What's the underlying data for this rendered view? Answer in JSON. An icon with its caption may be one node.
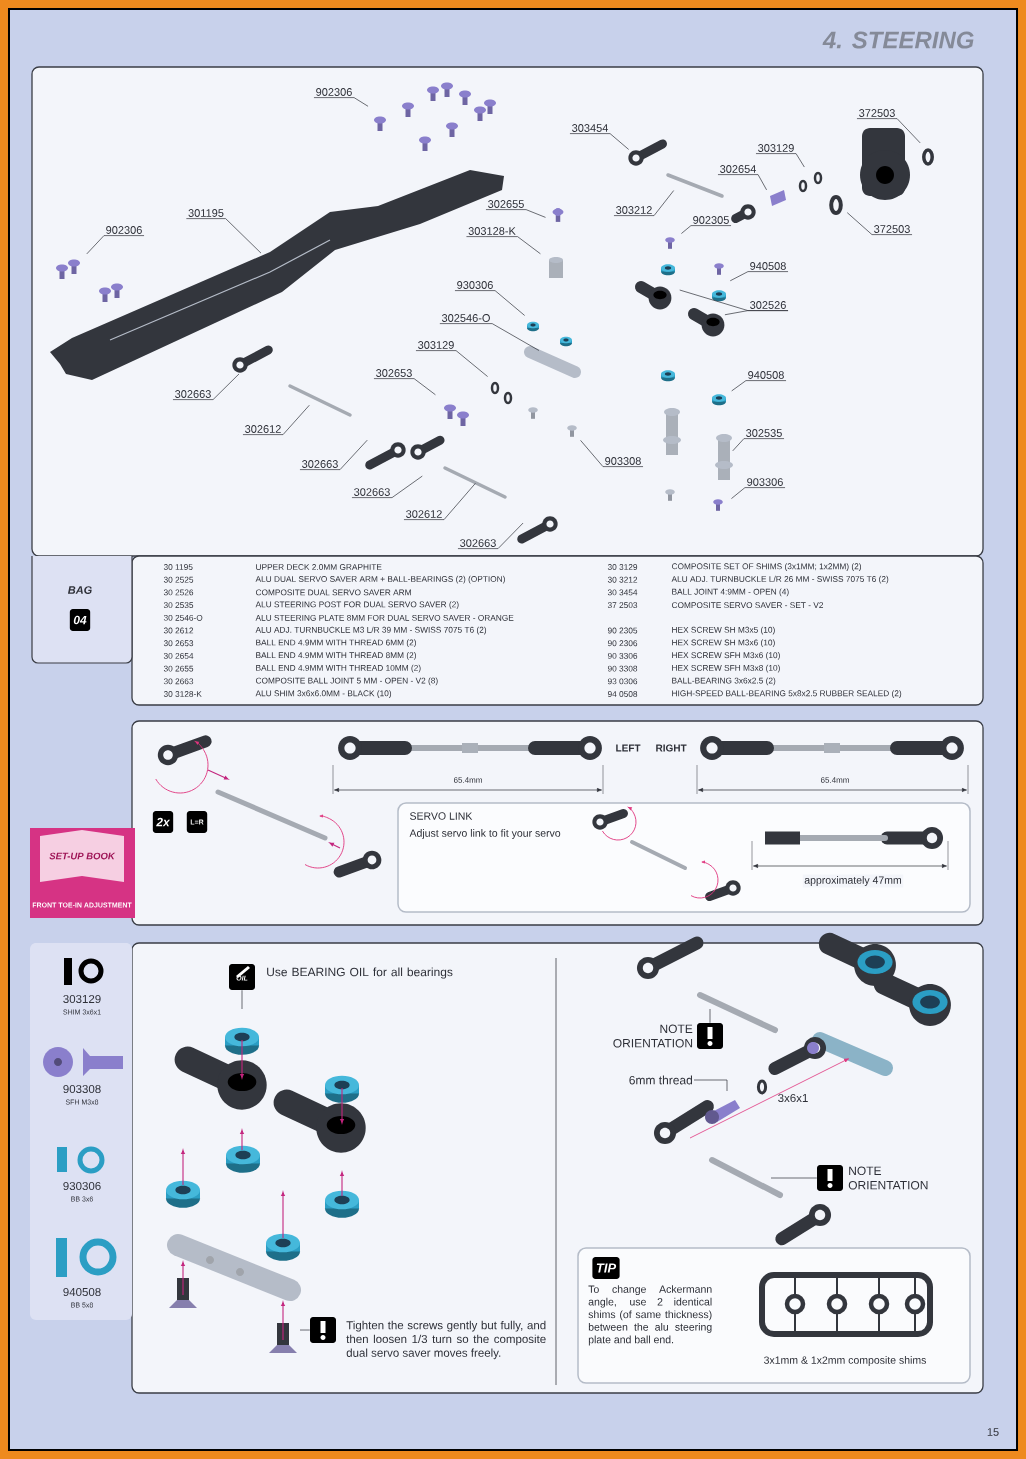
{
  "diagram": {
    "title": "4. STEERING",
    "nodes": [
      {
        "text": [
          "902306"
        ]
      },
      {
        "text": [
          "902306"
        ]
      },
      {
        "text": [
          "301195"
        ]
      },
      {
        "text": [
          "302655"
        ]
      },
      {
        "text": [
          "303128-K"
        ]
      },
      {
        "text": [
          "303454"
        ]
      },
      {
        "text": [
          "303212"
        ]
      },
      {
        "text": [
          "303129"
        ]
      },
      {
        "text": [
          "302654"
        ]
      },
      {
        "text": [
          "372503"
        ]
      },
      {
        "text": [
          "372503"
        ]
      },
      {
        "text": [
          "902305"
        ]
      },
      {
        "text": [
          "940508"
        ]
      },
      {
        "text": [
          "302526"
        ]
      },
      {
        "text": [
          "930306"
        ]
      },
      {
        "text": [
          "302546-O"
        ]
      },
      {
        "text": [
          "303129"
        ]
      },
      {
        "text": [
          "302653"
        ]
      },
      {
        "text": [
          "302663"
        ]
      },
      {
        "text": [
          "302612"
        ]
      },
      {
        "text": [
          "940508"
        ]
      },
      {
        "text": [
          "903308"
        ]
      },
      {
        "text": [
          "302535"
        ]
      },
      {
        "text": [
          "302663"
        ]
      },
      {
        "text": [
          "302663"
        ]
      },
      {
        "text": [
          "903306"
        ]
      },
      {
        "text": [
          "302612"
        ]
      },
      {
        "text": [
          "302663"
        ]
      },
      {
        "text": [
          "OIL"
        ],
        "beside": [
          "Use BEARING OIL for all bearings"
        ]
      },
      {
        "text": [],
        "shape": "box",
        "beside": [
          "NOTE ORIENTATION"
        ]
      },
      {
        "text": [
          "6mm thread"
        ]
      },
      {
        "text": [],
        "shape": "box",
        "beside": [
          "NOTE ORIENTATION"
        ]
      },
      {
        "text": [],
        "shape": "box",
        "beside": [
          "Tighten the screws gently but fully, and then loosen 1/3 turn so the composite dual servo saver moves freely."
        ]
      }
    ],
    "edges": [
      {
        "from": 0,
        "to": null,
        "arrow": "none"
      },
      {
        "from": 1,
        "to": null,
        "arrow": "none"
      },
      {
        "from": 2,
        "to": null,
        "arrow": "none"
      },
      {
        "from": 3,
        "to": null,
        "arrow": "none"
      },
      {
        "from": 4,
        "to": null,
        "arrow": "none"
      },
      {
        "from": 5,
        "to": null,
        "arrow": "none"
      },
      {
        "from": 6,
        "to": null,
        "arrow": "none"
      },
      {
        "from": 7,
        "to": null,
        "arrow": "none"
      },
      {
        "from": 8,
        "to": null,
        "arrow": "none"
      },
      {
        "from": 9,
        "to": null,
        "arrow": "none"
      },
      {
        "from": 10,
        "to": null,
        "arrow": "none"
      },
      {
        "from": 11,
        "to": null,
        "arrow": "none"
      },
      {
        "from": 12,
        "to": null,
        "arrow": "none"
      },
      {
        "from": 13,
        "to": null,
        "arrow": "none"
      },
      {
        "from": 13,
        "to": null,
        "arrow": "none"
      },
      {
        "from": 14,
        "to": null,
        "arrow": "none"
      },
      {
        "from": 15,
        "to": null,
        "arrow": "none"
      },
      {
        "from": 16,
        "to": null,
        "arrow": "none"
      },
      {
        "from": 17,
        "to": null,
        "arrow": "none"
      },
      {
        "from": 18,
        "to": null,
        "arrow": "none"
      },
      {
        "from": 19,
        "to": null,
        "arrow": "none"
      },
      {
        "from": 20,
        "to": null,
        "arrow": "none"
      },
      {
        "from": 21,
        "to": null,
        "arrow": "none"
      },
      {
        "from": 22,
        "to": null,
        "arrow": "none"
      },
      {
        "from": 23,
        "to": null,
        "arrow": "none"
      },
      {
        "from": 24,
        "to": null,
        "arrow": "none"
      },
      {
        "from": 25,
        "to": null,
        "arrow": "none"
      },
      {
        "from": 26,
        "to": null,
        "arrow": "none"
      },
      {
        "from": 27,
        "to": null,
        "arrow": "none"
      },
      {
        "from": 28,
        "to": null,
        "arrow": "none"
      },
      {
        "from": 29,
        "to": null,
        "arrow": "none"
      },
      {
        "from": 30,
        "to": null,
        "arrow": "none"
      },
      {
        "from": 31,
        "to": null,
        "arrow": "none"
      },
      {
        "from": 32,
        "to": null,
        "arrow": "none"
      }
    ],
    "labels": [
      "BAG",
      "04",
      "30 1195",
      "UPPER DECK 2.0MM GRAPHITE",
      "30 3129",
      "COMPOSITE SET OF SHIMS (3x1MM; 1x2MM) (2)",
      "30 2525",
      "ALU DUAL SERVO SAVER ARM + BALL-BEARINGS (2) (OPTION)",
      "30 3212",
      "ALU ADJ. TURNBUCKLE L/R 26 MM - SWISS 7075 T6 (2)",
      "30 2526",
      "COMPOSITE DUAL SERVO SAVER ARM",
      "30 3454",
      "BALL JOINT 4:9MM - OPEN (4)",
      "30 2535",
      "ALU STEERING POST FOR DUAL SERVO SAVER (2)",
      "37 2503",
      "COMPOSITE SERVO SAVER - SET - V2",
      "30 2546-O",
      "ALU STEERING PLATE 8MM FOR DUAL SERVO SAVER - ORANGE",
      "30 2612",
      "ALU ADJ. TURNBUCKLE M3 L/R 39 MM - SWISS 7075 T6 (2)",
      "90 2305",
      "HEX SCREW SH M3x5  (10)",
      "30 2653",
      "BALL END 4.9MM WITH THREAD 6MM (2)",
      "90 2306",
      "HEX SCREW SH M3x6  (10)",
      "30 2654",
      "BALL END 4.9MM WITH THREAD 8MM (2)",
      "90 3306",
      "HEX SCREW SFH M3x6  (10)",
      "30 2655",
      "BALL END 4.9MM WITH THREAD 10MM (2)",
      "90 3308",
      "HEX SCREW SFH M3x8  (10)",
      "30 2663",
      "COMPOSITE BALL JOINT 5 MM - OPEN - V2 (8)",
      "93 0306",
      "BALL-BEARING 3x6x2.5  (2)",
      "30 3128-K",
      "ALU SHIM 3x6x6.0MM - BLACK (10)",
      "94 0508",
      "HIGH-SPEED BALL-BEARING 5x8x2.5 RUBBER SEALED  (2)",
      "LEFT",
      "RIGHT",
      "65.4mm",
      "65.4mm",
      "2x",
      "L=R",
      "SET-UP BOOK",
      "FRONT TOE-IN ADJUSTMENT",
      "SERVO LINK",
      "Adjust servo link to fit your servo",
      "approximately 47mm",
      "303129",
      "SHIM 3x6x1",
      "903308",
      "SFH M3x8",
      "930306",
      "BB 3x6",
      "940508",
      "BB 5x8",
      "3x6x1",
      "TIP",
      "To change Ackermann angle, use 2 identical shims (of same thickness) between the alu steering plate and ball end.",
      "3x1mm & 1x2mm composite shims",
      "15"
    ]
  }
}
